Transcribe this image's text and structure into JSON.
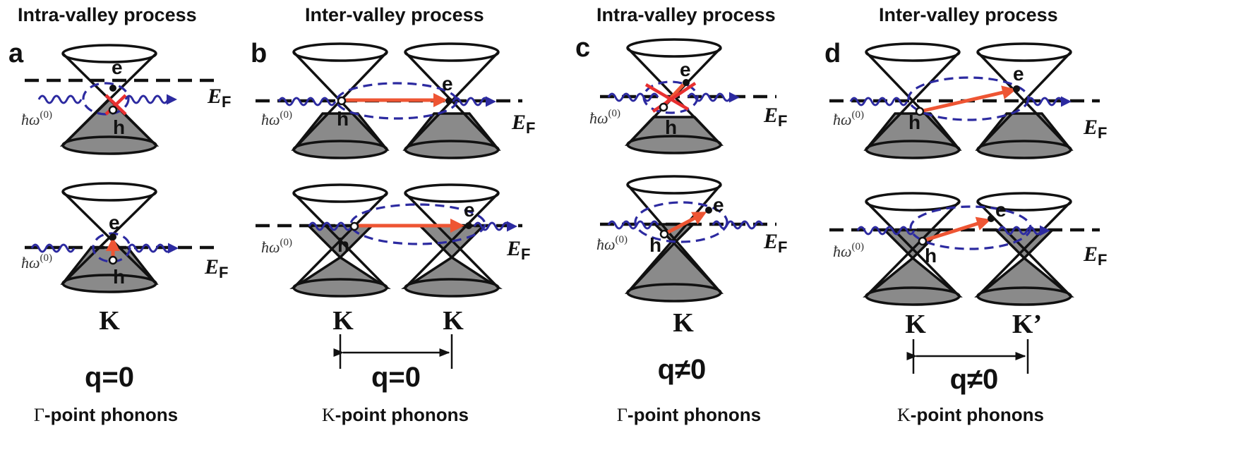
{
  "panels": [
    {
      "letter": "a",
      "title": "Intra-valley process",
      "fermi_label": "E",
      "fermi_sub": "F",
      "photon_label": "ħω",
      "photon_sup": "(0)",
      "electron_label": "e",
      "hole_label": "h",
      "valleys": [
        "K"
      ],
      "momentum": "q=0",
      "phonon_symbol": "Γ",
      "phonon_text": "-point phonons"
    },
    {
      "letter": "b",
      "title": "Inter-valley process",
      "fermi_label": "E",
      "fermi_sub": "F",
      "photon_label": "ħω",
      "photon_sup": "(0)",
      "electron_label": "e",
      "hole_label": "h",
      "valleys": [
        "K",
        "K"
      ],
      "momentum": "q=0",
      "phonon_symbol": "K",
      "phonon_text": "-point phonons"
    },
    {
      "letter": "c",
      "title": "Intra-valley process",
      "fermi_label": "E",
      "fermi_sub": "F",
      "photon_label": "ħω",
      "photon_sup": "(0)",
      "electron_label": "e",
      "hole_label": "h",
      "valleys": [
        "K"
      ],
      "momentum": "q≠0",
      "phonon_symbol": "Γ",
      "phonon_text": "-point phonons"
    },
    {
      "letter": "d",
      "title": "Inter-valley process",
      "fermi_label": "E",
      "fermi_sub": "F",
      "photon_label": "ħω",
      "photon_sup": "(0)",
      "electron_label": "e",
      "hole_label": "h",
      "valleys": [
        "K",
        "K’"
      ],
      "momentum": "q≠0",
      "phonon_symbol": "K",
      "phonon_text": "-point phonons"
    }
  ],
  "colors": {
    "photon_wave": "#2c2aa0",
    "transition_arrow": "#ee5533",
    "forbidden_cross": "#e83030",
    "filled_states": "#8a8a8a"
  }
}
